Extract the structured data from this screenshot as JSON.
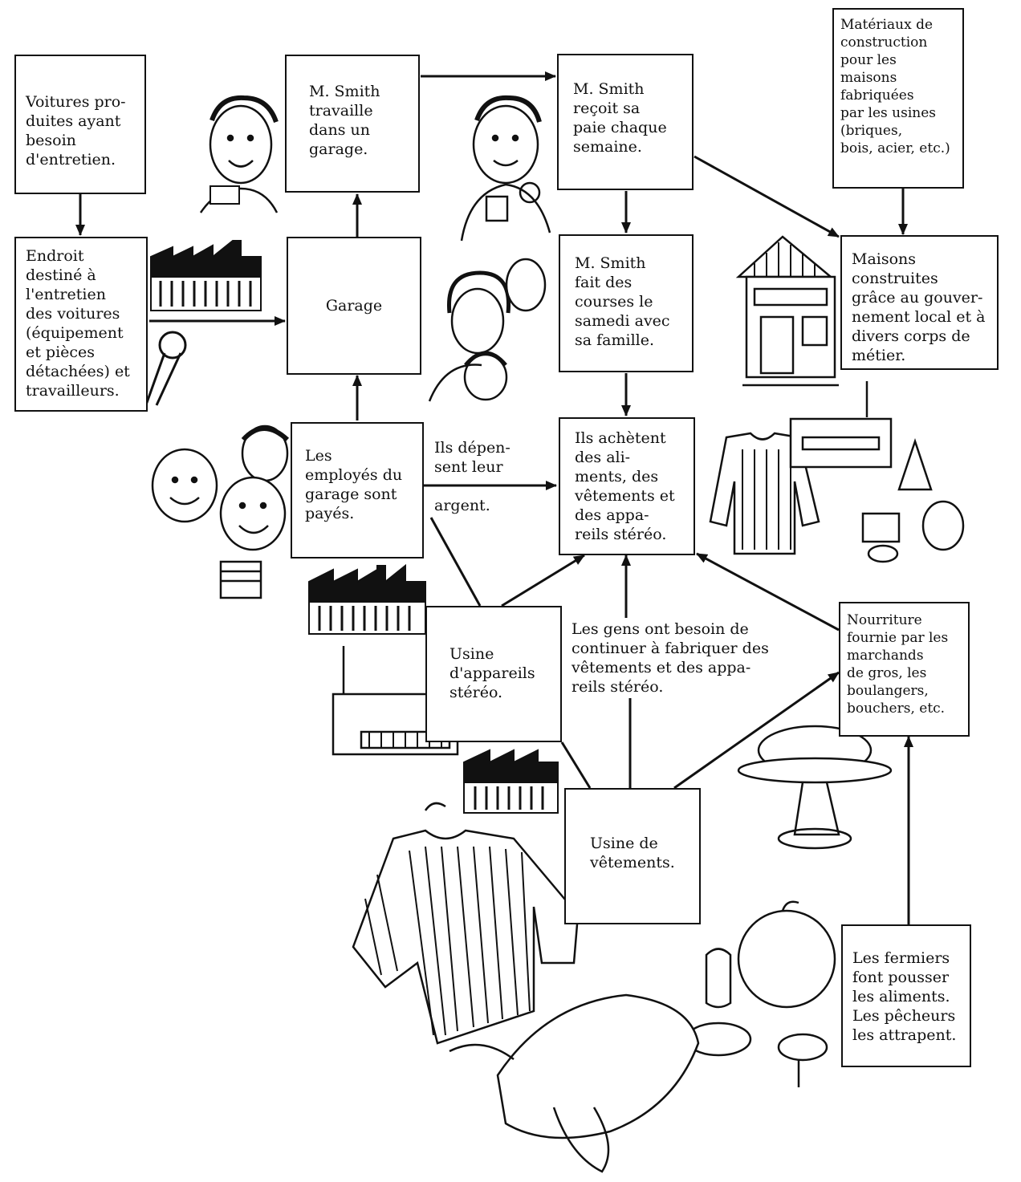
{
  "nodes": {
    "voitures": "Voitures pro-\nduites ayant\nbesoin\nd'entretien.",
    "endroit": "Endroit\ndestiné à\nl'entretien\ndes voitures\n(équipement\net pièces\ndétachées) et\ntravailleurs.",
    "garage": "Garage",
    "smith_travaille": "M. Smith\ntravaille\ndans un\ngarage.",
    "smith_paie": "M. Smith\nreçoit sa\npaie chaque\nsemaine.",
    "materiaux": "Matériaux de\nconstruction\npour les\nmaisons\nfabriquées\npar les usines\n(briques,\nbois, acier, etc.)",
    "maisons": "Maisons construites\ngrâce au gouver-\nnement local et à\ndivers corps de\nmétier.",
    "smith_courses": "M. Smith\nfait des\ncourses le\nsamedi avec\nsa famille.",
    "employes": "Les\nemployés du\ngarage sont\npayés.",
    "achetent": "Ils achètent\ndes ali-\nments, des\nvêtements et\ndes appa-\nreils stéréo.",
    "usine_stereo": "Usine\nd'appareils\nstéréo.",
    "usine_vetements": "Usine de\nvêtements.",
    "nourriture": "Nourriture\nfournie par les\nmarchands\nde gros, les\nboulangers,\nbouchers, etc.",
    "fermiers": "Les fermiers\nfont pousser\nles aliments.\nLes pêcheurs\nles attrapent."
  },
  "edge_labels": {
    "depensent": "Ils dépen-\nsent leur\n\nargent.",
    "besoin": "Les gens ont besoin de\ncontinuer à fabriquer des\nvêtements et des appa-\nreils stéréo."
  },
  "colors": {
    "ink": "#111111",
    "paper": "#ffffff"
  }
}
